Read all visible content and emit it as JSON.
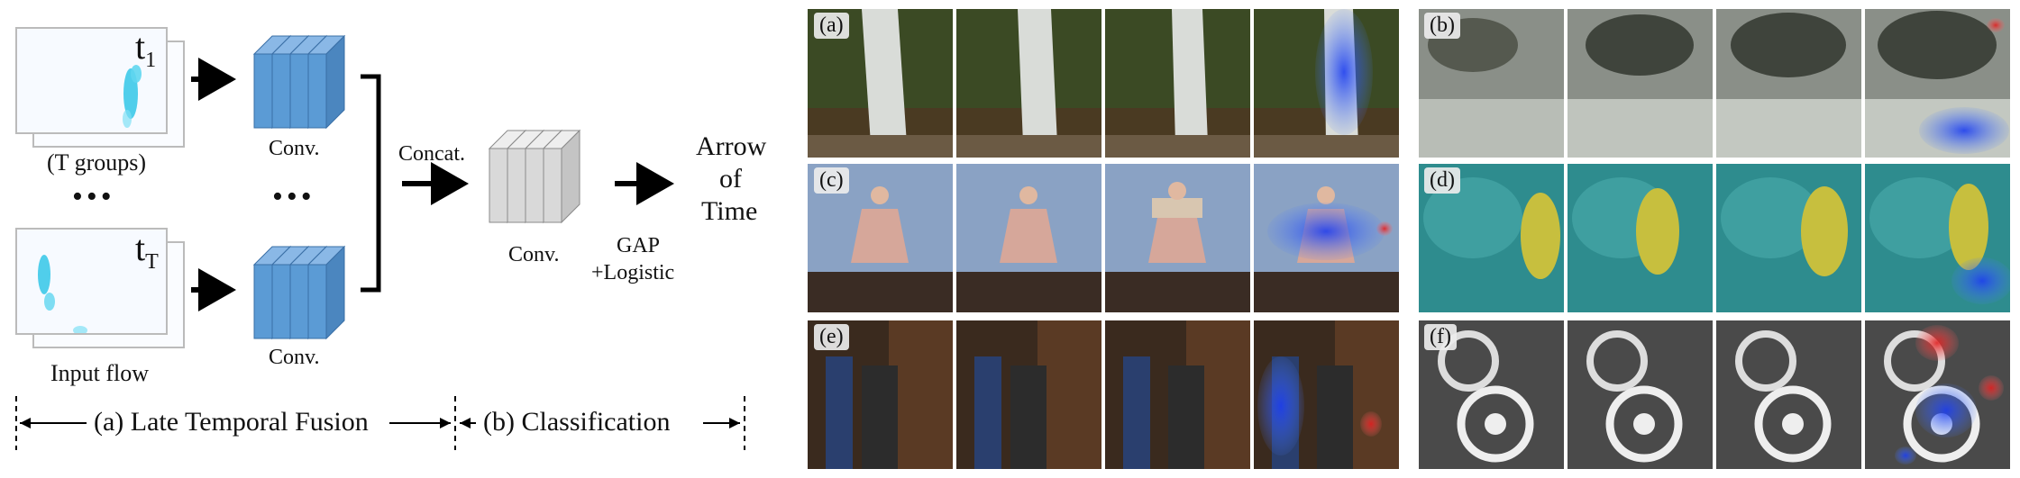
{
  "diagram": {
    "top_flow_label": "t",
    "top_flow_subscript": "1",
    "bottom_flow_label": "t",
    "bottom_flow_subscript": "T",
    "t_groups_label": "(T groups)",
    "ellipsis": "•••",
    "input_flow_label": "Input flow",
    "conv_top_label": "Conv.",
    "conv_bottom_label": "Conv.",
    "concat_label": "Concat.",
    "conv_mid_label": "Conv.",
    "gap_label_line1": "GAP",
    "gap_label_line2": "+Logistic",
    "output_line1": "Arrow",
    "output_line2": "of",
    "output_line3": "Time",
    "stage_a_label": "(a) Late Temporal Fusion",
    "stage_b_label": "(b) Classification",
    "colors": {
      "conv_blue": "#5b9bd5",
      "conv_gray": "#d9d9d9",
      "flow_cyan": "#33c6e8"
    }
  },
  "examples": [
    {
      "label": "(a)",
      "scene": "waterfall"
    },
    {
      "label": "(b)",
      "scene": "locomotive-smoke"
    },
    {
      "label": "(c)",
      "scene": "girl-with-sign"
    },
    {
      "label": "(d)",
      "scene": "fish-underwater"
    },
    {
      "label": "(e)",
      "scene": "bookshop-men"
    },
    {
      "label": "(f)",
      "scene": "gears"
    }
  ]
}
